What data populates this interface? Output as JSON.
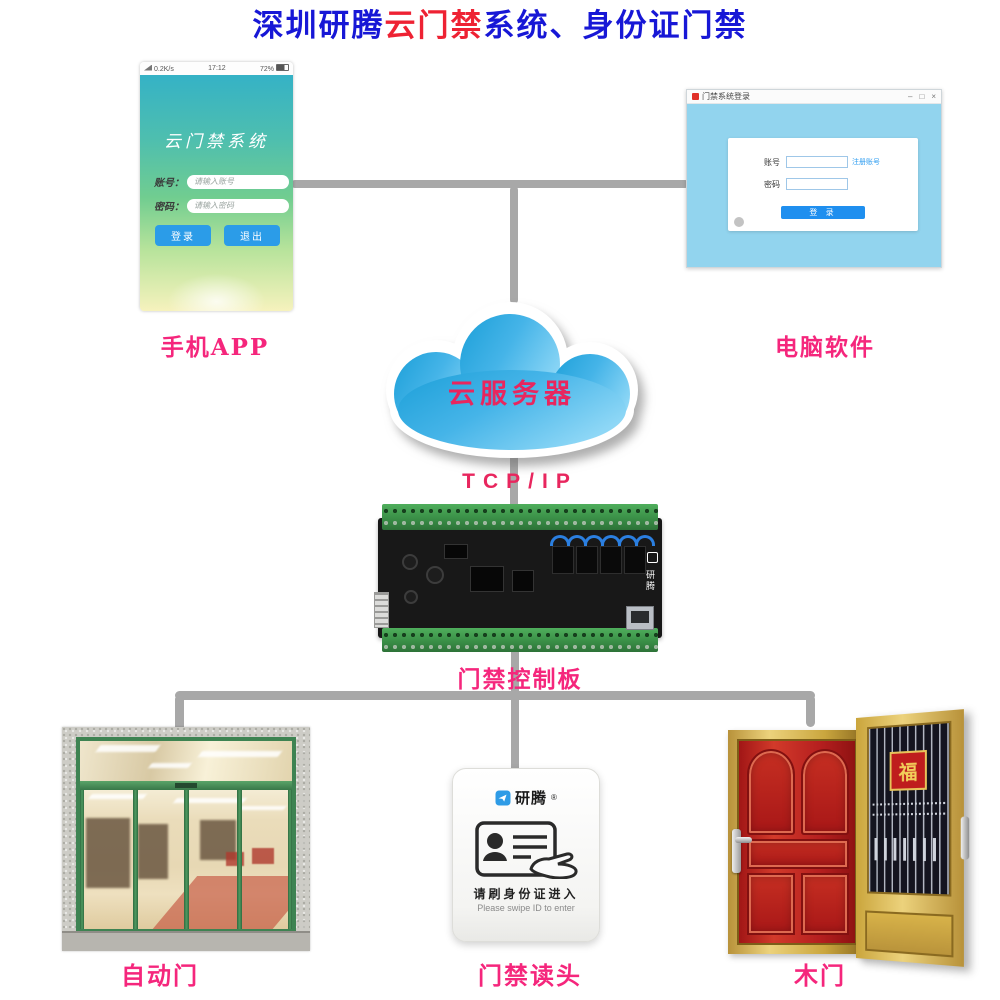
{
  "title": {
    "prefix": "深圳研腾",
    "highlight": "云门禁",
    "suffix": "系统、身份证门禁"
  },
  "colors": {
    "accent_pink": "#F5267C",
    "title_blue": "#1717D6",
    "title_red": "#EE2233",
    "connector_gray": "#A8A8A8",
    "cloud_blue": "#2FA8DE",
    "button_blue": "#2196F3"
  },
  "phone": {
    "status": {
      "net": "0.2K/s",
      "time": "17:12",
      "battery": "72%"
    },
    "app_title": "云门禁系统",
    "fields": [
      {
        "label": "账号：",
        "placeholder": "请输入账号"
      },
      {
        "label": "密码：",
        "placeholder": "请输入密码"
      }
    ],
    "buttons": [
      "登录",
      "退出"
    ],
    "caption": "手机APP"
  },
  "pc": {
    "window_title": "门禁系统登录",
    "controls": [
      "–",
      "□",
      "×"
    ],
    "fields": [
      {
        "label": "账号"
      },
      {
        "label": "密码"
      }
    ],
    "register_link": "注册账号",
    "login_button": "登 录",
    "caption": "电脑软件"
  },
  "cloud": {
    "label": "云服务器",
    "protocol": "TCP/IP"
  },
  "board": {
    "caption": "门禁控制板",
    "brand": "研腾"
  },
  "reader": {
    "brand": "研腾",
    "reg": "®",
    "cn": "请刷身份证进入",
    "en": "Please swipe ID to enter",
    "caption": "门禁读头"
  },
  "doors": {
    "auto_caption": "自动门",
    "wood_caption": "木门",
    "plaque": "福"
  }
}
